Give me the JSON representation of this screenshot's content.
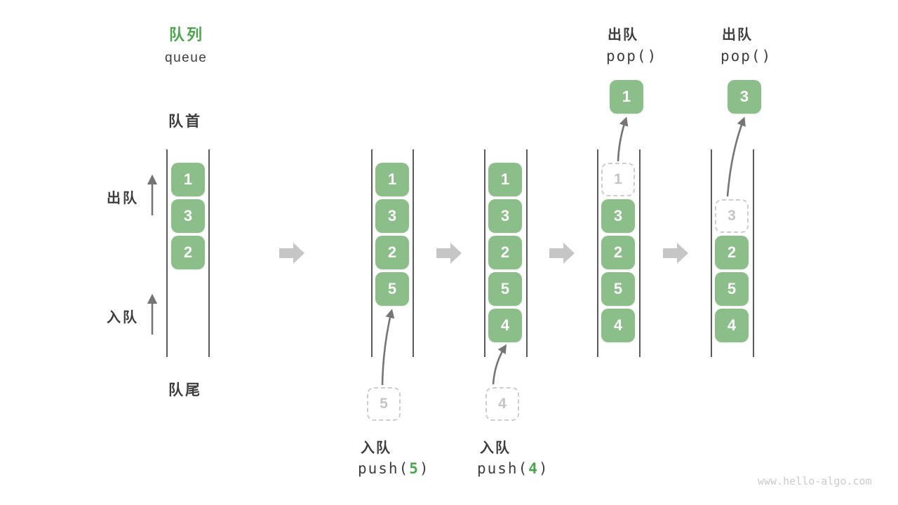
{
  "header": {
    "title_zh": "队列",
    "title_en": "queue"
  },
  "labels": {
    "front": "队首",
    "rear": "队尾",
    "dequeue_side": "出队",
    "enqueue_side": "入队"
  },
  "columns": [
    {
      "cells": [
        "1",
        "3",
        "2"
      ]
    },
    {
      "cells": [
        "1",
        "3",
        "2",
        "5"
      ]
    },
    {
      "cells": [
        "1",
        "3",
        "2",
        "5",
        "4"
      ]
    },
    {
      "ghost": "1",
      "cells": [
        "3",
        "2",
        "5",
        "4"
      ]
    },
    {
      "ghost": "3",
      "cells": [
        "2",
        "5",
        "4"
      ]
    }
  ],
  "push_ops": [
    {
      "label": "入队",
      "fn_open": "push(",
      "arg": "5",
      "fn_close": ")",
      "staged": "5"
    },
    {
      "label": "入队",
      "fn_open": "push(",
      "arg": "4",
      "fn_close": ")",
      "staged": "4"
    }
  ],
  "pop_ops": [
    {
      "label": "出队",
      "fn": "pop()",
      "popped": "1"
    },
    {
      "label": "出队",
      "fn": "pop()",
      "popped": "3"
    }
  ],
  "watermark": "www.hello-algo.com",
  "icons": [
    "step-right-arrow-icon",
    "up-arrow-icon",
    "enqueue-arrow-icon",
    "dequeue-arrow-icon"
  ],
  "colors": {
    "cell_green": "#8cbe8a",
    "accent_green": "#4ca44c",
    "text_dark": "#3d3d3d",
    "block_arrow_gray": "#c6c6c6",
    "thin_arrow_gray": "#757575",
    "ghost_gray": "#cdcdcd",
    "wall_line": "#5a5a5a",
    "watermark_gray": "#cbcbcb"
  }
}
